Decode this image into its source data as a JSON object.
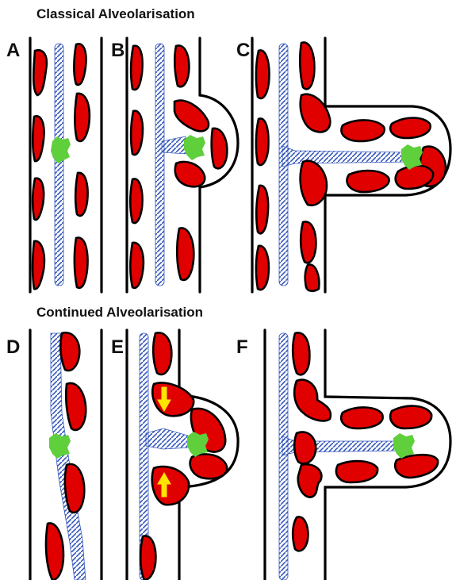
{
  "titles": {
    "classical": "Classical Alveolarisation",
    "continued": "Continued Alveolarisation"
  },
  "panels": [
    {
      "label": "A"
    },
    {
      "label": "B"
    },
    {
      "label": "C"
    },
    {
      "label": "D"
    },
    {
      "label": "E"
    },
    {
      "label": "F"
    }
  ],
  "colors": {
    "cell": "#e00000",
    "outline": "#000000",
    "fiber": "#2a4fb8",
    "tip": "#5fcf3c",
    "arrow": "#ffe400"
  }
}
